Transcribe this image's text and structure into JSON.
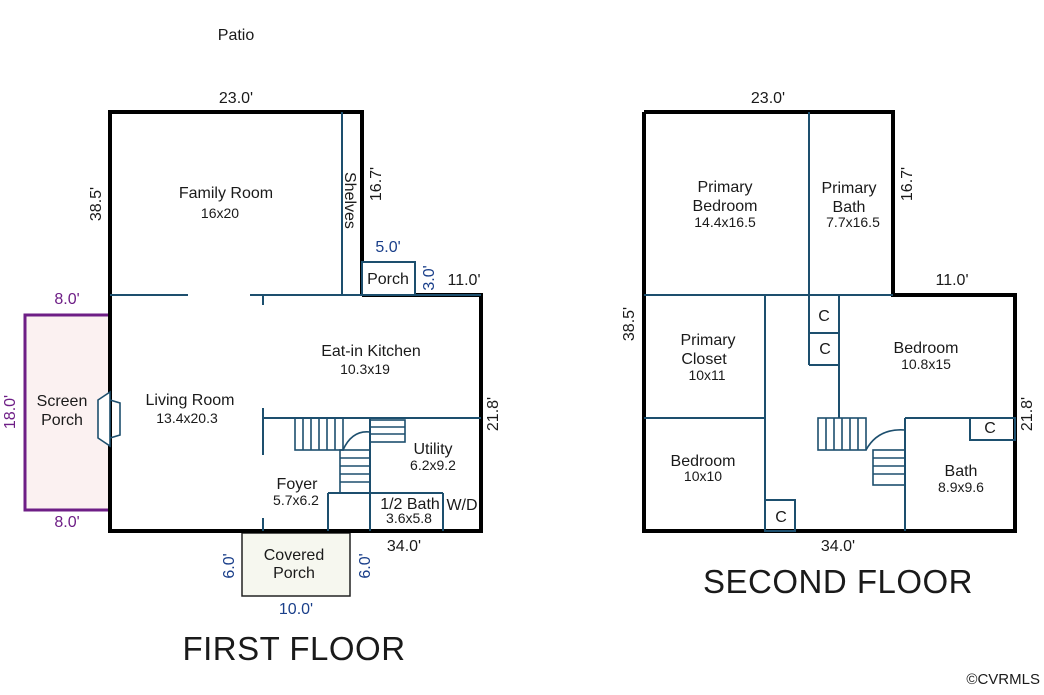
{
  "first_floor": {
    "title": "FIRST FLOOR",
    "outdoor": {
      "patio": "Patio"
    },
    "rooms": {
      "family_room": {
        "name": "Family Room",
        "size": "16x20"
      },
      "shelves": "Shelves",
      "porch": "Porch",
      "eat_in_kitchen": {
        "name": "Eat-in Kitchen",
        "size": "10.3x19"
      },
      "living_room": {
        "name": "Living Room",
        "size": "13.4x20.3"
      },
      "screen_porch": {
        "line1": "Screen",
        "line2": "Porch"
      },
      "utility": {
        "name": "Utility",
        "size": "6.2x9.2"
      },
      "foyer": {
        "name": "Foyer",
        "size": "5.7x6.2"
      },
      "half_bath": {
        "name": "1/2 Bath",
        "size": "3.6x5.8"
      },
      "wd": "W/D",
      "covered_porch": {
        "line1": "Covered",
        "line2": "Porch"
      }
    },
    "dimensions": {
      "top_width": "23.0'",
      "left_height": "38.5'",
      "shelves_height": "16.7'",
      "porch_width": "5.0'",
      "porch_depth": "3.0'",
      "step_width": "11.0'",
      "right_height": "21.8'",
      "bottom_width": "34.0'",
      "screen_top": "8.0'",
      "screen_bottom": "8.0'",
      "screen_height": "18.0'",
      "cover_left": "6.0'",
      "cover_right": "6.0'",
      "cover_width": "10.0'"
    }
  },
  "second_floor": {
    "title": "SECOND FLOOR",
    "rooms": {
      "primary_bedroom": {
        "line1": "Primary",
        "line2": "Bedroom",
        "size": "14.4x16.5"
      },
      "primary_bath": {
        "line1": "Primary",
        "line2": "Bath",
        "size": "7.7x16.5"
      },
      "primary_closet": {
        "line1": "Primary",
        "line2": "Closet",
        "size": "10x11"
      },
      "bedroom_right": {
        "name": "Bedroom",
        "size": "10.8x15"
      },
      "bedroom_left": {
        "name": "Bedroom",
        "size": "10x10"
      },
      "bath": {
        "name": "Bath",
        "size": "8.9x9.6"
      },
      "closet_label": "C"
    },
    "dimensions": {
      "top_width": "23.0'",
      "left_height": "38.5'",
      "upper_right_height": "16.7'",
      "step_width": "11.0'",
      "right_height": "21.8'",
      "bottom_width": "34.0'"
    }
  },
  "watermark": "©CVRMLS",
  "colors": {
    "wall": "#000000",
    "interior_wall": "#1d4f6e",
    "dimension_blue": "#1a3f8a",
    "screen_porch_border": "#6e1e86",
    "screen_porch_fill": "#fbf1f1",
    "covered_porch_fill": "#f6f7ef"
  }
}
